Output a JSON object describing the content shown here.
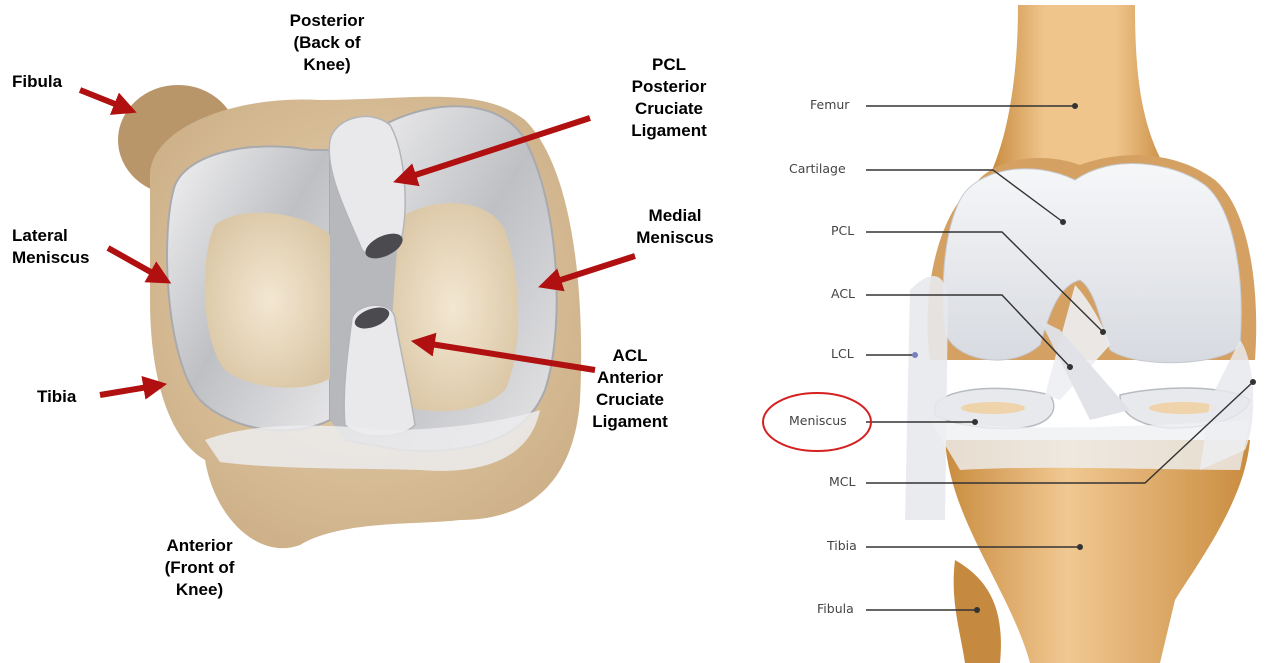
{
  "left_diagram": {
    "labels": {
      "posterior": [
        "Posterior",
        "(Back of",
        "Knee)"
      ],
      "fibula": "Fibula",
      "pcl": [
        "PCL",
        "Posterior",
        "Cruciate",
        "Ligament"
      ],
      "lateral_meniscus": [
        "Lateral",
        "Meniscus"
      ],
      "medial_meniscus": [
        "Medial",
        "Meniscus"
      ],
      "acl": [
        "ACL",
        "Anterior",
        "Cruciate",
        "Ligament"
      ],
      "tibia": "Tibia",
      "anterior": [
        "Anterior",
        "(Front of",
        "Knee)"
      ]
    },
    "colors": {
      "arrow": "#b01010",
      "bone": "#d9bd93",
      "cartilage": "#c9c9cc"
    }
  },
  "right_diagram": {
    "labels": {
      "femur": "Femur",
      "cartilage": "Cartilage",
      "pcl": "PCL",
      "acl": "ACL",
      "lcl": "LCL",
      "meniscus": "Meniscus",
      "mcl": "MCL",
      "tibia": "Tibia",
      "fibula": "Fibula"
    },
    "highlighted_label": "meniscus",
    "colors": {
      "highlight": "#d62020",
      "bone": "#e2b06d",
      "cartilage": "#e4e6ea",
      "leader": "#333333"
    }
  }
}
